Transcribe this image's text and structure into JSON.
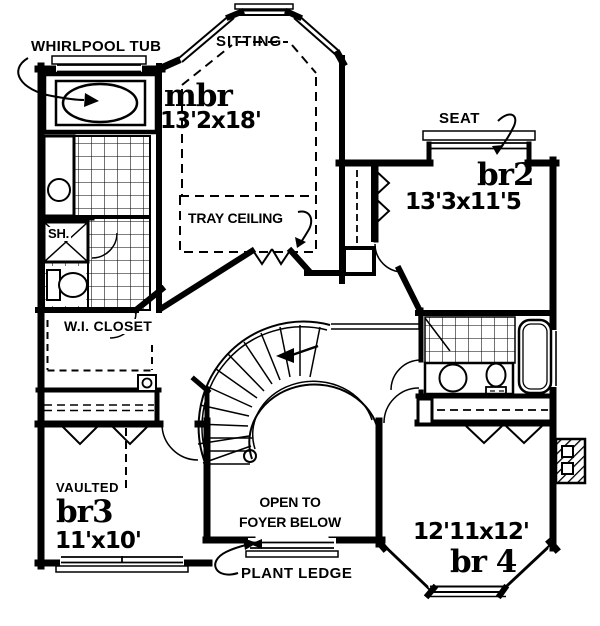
{
  "plan": {
    "colors": {
      "ink": "#000000",
      "paper": "#ffffff"
    },
    "labels": {
      "whirlpool_tub": "WHIRLPOOL TUB",
      "sitting": "SITTING",
      "seat": "SEAT",
      "tray_ceiling": "TRAY CEILING",
      "shower": "SH.",
      "wi_closet": "W.I. CLOSET",
      "vaulted": "VAULTED",
      "open_to": "OPEN TO",
      "foyer_below": "FOYER BELOW",
      "plant_ledge": "PLANT LEDGE"
    },
    "rooms": {
      "master": {
        "name": "mbr",
        "dims": "13'2x18'"
      },
      "br2": {
        "name": "br2",
        "dims": "13'3x11'5"
      },
      "br3": {
        "name": "br3",
        "dims": "11'x10'"
      },
      "br4": {
        "name": "br 4",
        "dims": "12'11x12'"
      }
    }
  }
}
